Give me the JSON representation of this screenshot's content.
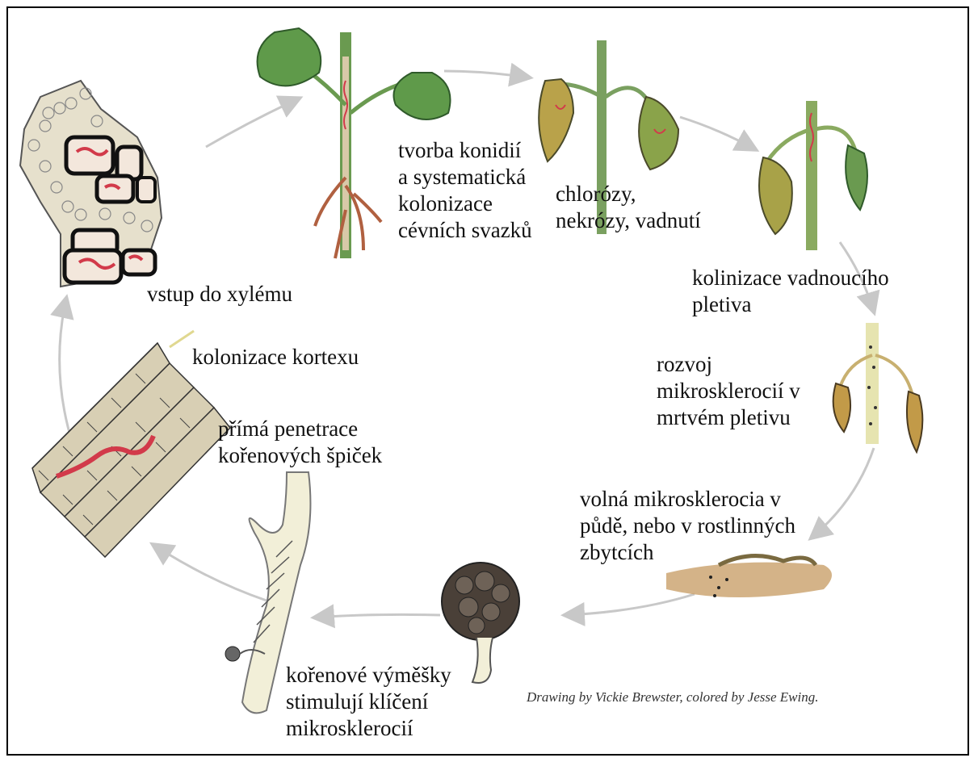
{
  "labels": {
    "conidia": "tvorba konidií\na systematická\nkolonizace\ncévních svazků",
    "chlorosis": "chlorózy,\nnekrózy, vadnutí",
    "wilting_colonization": "kolinizace vadnoucího\npletiva",
    "xylem_entry": "vstup do xylému",
    "cortex": "kolonizace kortexu",
    "penetration": "přímá penetrace\nkořenových špiček",
    "microsclerotia_dev": "rozvoj\nmikrosklerocií v\nmrtvém pletivu",
    "free_microsclerotia": "volná mikrosklerocia v\npůdě, nebo v rostlinných\nzbytcích",
    "exudates": "kořenové výměšky\nstimulují klíčení\nmikrosklerocií"
  },
  "credit": "Drawing by Vickie Brewster, colored by Jesse Ewing.",
  "colors": {
    "arrow": "#c8c8c8",
    "leaf_green": "#5f9a4a",
    "leaf_yellow": "#b9a24a",
    "stem": "#cfe3b0",
    "infection_red": "#d23a4a",
    "cell_fill": "#d8cfb4",
    "soil": "#c9a06a",
    "microsclerotium": "#4a4038"
  }
}
